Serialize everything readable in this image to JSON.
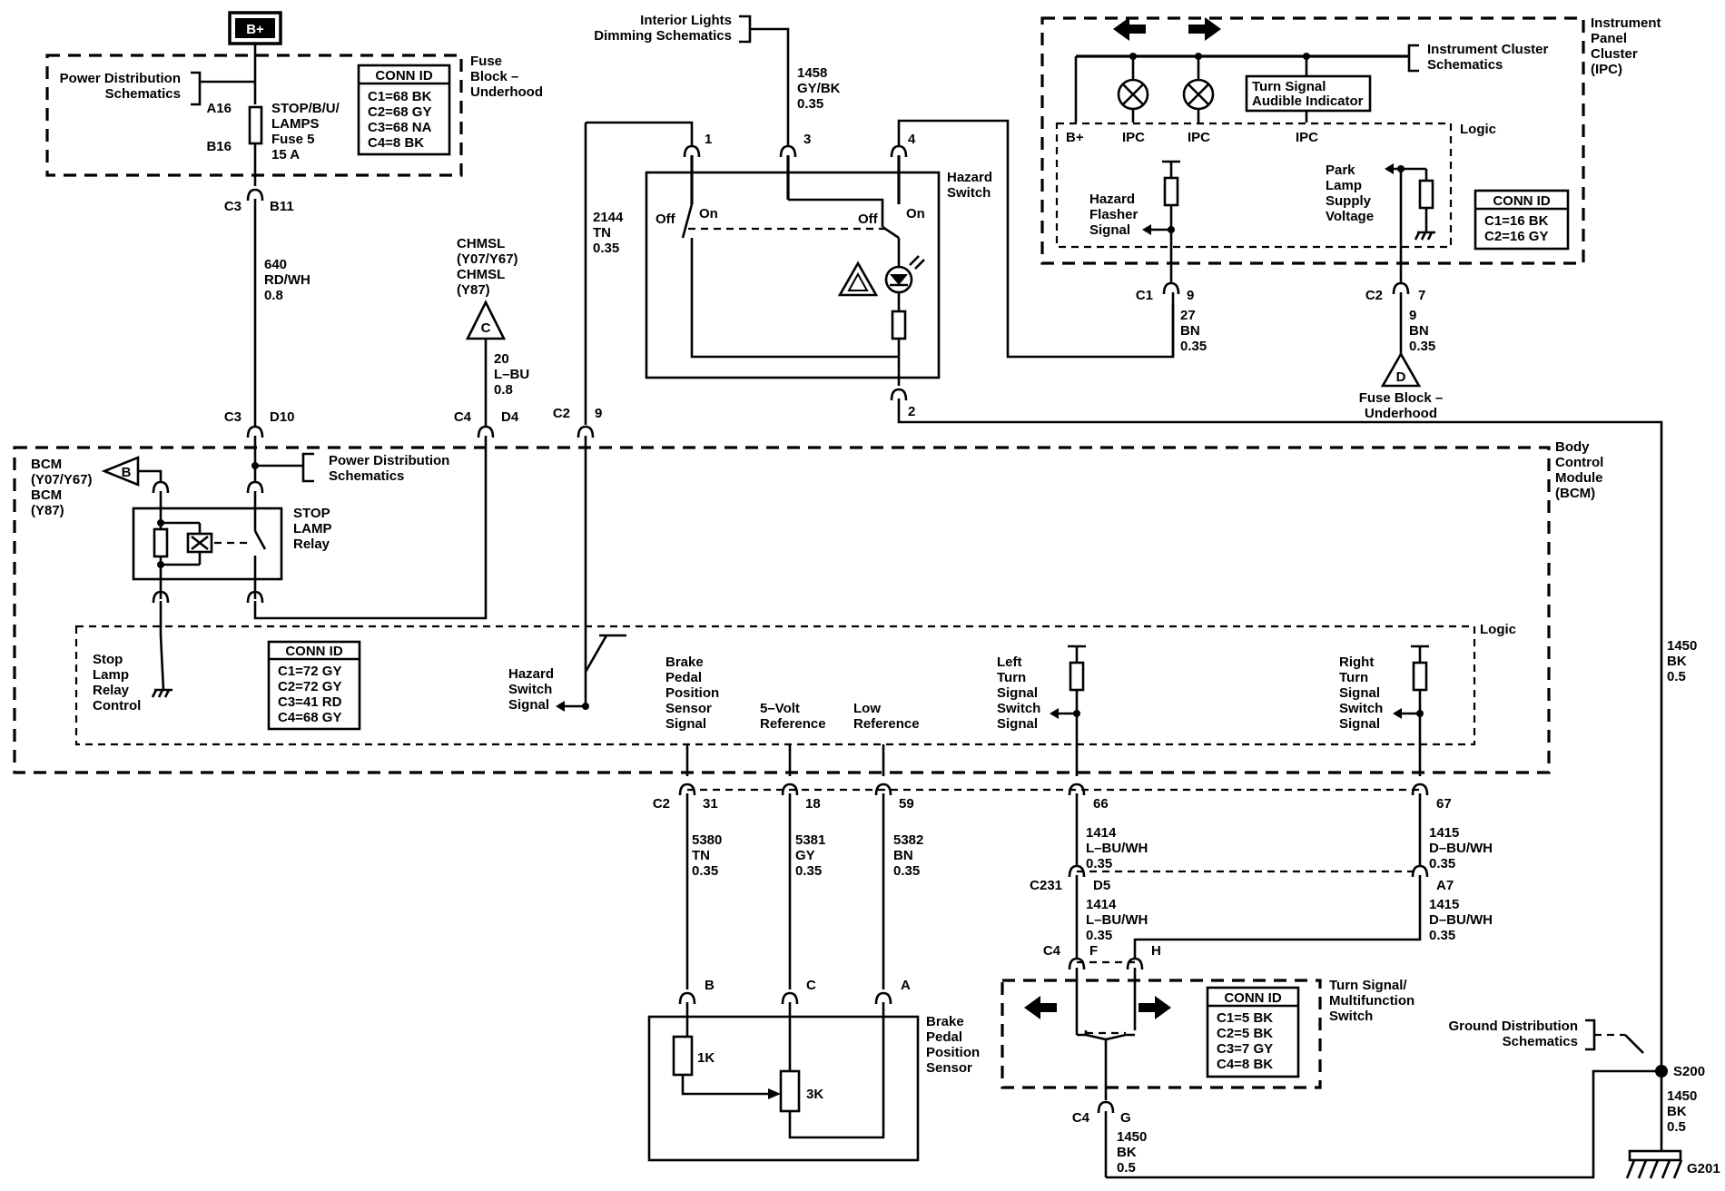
{
  "supply": {
    "bplus": "B+"
  },
  "fuse_block": {
    "title": "Fuse Block – Underhood",
    "ref": "Power Distribution Schematics",
    "pin_in": "A16",
    "pin_out": "B16",
    "fuse_name": "STOP/B/U/ LAMPS",
    "fuse_num": "Fuse 5",
    "fuse_amp": "15 A",
    "conn_title": "CONN ID",
    "conn": [
      "C1=68 BK",
      "C2=68 GY",
      "C3=68 NA",
      "C4=8 BK"
    ]
  },
  "wire640": {
    "c3": "C3",
    "pin": "B11",
    "circ": "640",
    "color": "RD/WH",
    "gauge": "0.8",
    "c3b": "C3",
    "pinb": "D10"
  },
  "chmsl": {
    "label": "CHMSL (Y07/Y67) CHMSL (Y87)",
    "tag": "C",
    "circ": "20",
    "color": "L–BU",
    "gauge": "0.8",
    "conn": "C4",
    "pin": "D4"
  },
  "dimming": {
    "label": "Interior Lights Dimming Schematics",
    "circ": "1458",
    "color": "GY/BK",
    "gauge": "0.35"
  },
  "wire2144": {
    "circ": "2144",
    "color": "TN",
    "gauge": "0.35",
    "conn": "C2",
    "pin": "9"
  },
  "hazard": {
    "title": "Hazard Switch",
    "pins": [
      "1",
      "3",
      "4",
      "2"
    ],
    "off1": "Off",
    "on1": "On",
    "off2": "Off",
    "on2": "On"
  },
  "ipc": {
    "title": "Instrument Panel Cluster (IPC)",
    "ref": "Instrument Cluster Schematics",
    "audible": "Turn Signal Audible Indicator",
    "bplus": "B+",
    "ipc1": "IPC",
    "ipc2": "IPC",
    "ipc3": "IPC",
    "logic": "Logic",
    "hazard_sig": "Hazard Flasher Signal",
    "park_sig": "Park Lamp Supply Voltage",
    "conn_title": "CONN ID",
    "conn": [
      "C1=16 BK",
      "C2=16 GY"
    ],
    "c1": "C1",
    "c1pin": "9",
    "c1circ": "27",
    "c1color": "BN",
    "c1gauge": "0.35",
    "c2": "C2",
    "c2pin": "7",
    "c2circ": "9",
    "c2color": "BN",
    "c2gauge": "0.35",
    "tag": "D",
    "fuse_ref": "Fuse Block – Underhood"
  },
  "bcm": {
    "title": "Body Control Module (BCM)",
    "label": "BCM (Y07/Y67) BCM (Y87)",
    "tag": "B",
    "pd_ref": "Power Distribution Schematics",
    "relay": "STOP LAMP Relay",
    "logic": "Logic",
    "relay_ctrl": "Stop Lamp Relay Control",
    "conn_title": "CONN ID",
    "conn": [
      "C1=72 GY",
      "C2=72 GY",
      "C3=41 RD",
      "C4=68 GY"
    ],
    "hazard_sig": "Hazard Switch Signal",
    "bpp_sig": "Brake Pedal Position Sensor Signal",
    "ref5v": "5–Volt Reference",
    "lowref": "Low Reference",
    "left_sig": "Left Turn Signal Switch Signal",
    "right_sig": "Right Turn Signal Switch Signal"
  },
  "sensor_wires": {
    "c2": "C2",
    "w1": {
      "pin": "31",
      "circ": "5380",
      "color": "TN",
      "gauge": "0.35",
      "spin": "B"
    },
    "w2": {
      "pin": "18",
      "circ": "5381",
      "color": "GY",
      "gauge": "0.35",
      "spin": "C"
    },
    "w3": {
      "pin": "59",
      "circ": "5382",
      "color": "BN",
      "gauge": "0.35",
      "spin": "A"
    }
  },
  "bpp": {
    "title": "Brake Pedal Position Sensor",
    "r1": "1K",
    "r2": "3K"
  },
  "turn_wires": {
    "l_pin": "66",
    "l_circ": "1414",
    "l_color": "L–BU/WH",
    "l_gauge": "0.35",
    "r_pin": "67",
    "r_circ": "1415",
    "r_color": "D–BU/WH",
    "r_gauge": "0.35",
    "c231": "C231",
    "l_pin2": "D5",
    "r_pin2": "A7",
    "c4": "C4",
    "f": "F",
    "h": "H"
  },
  "tsm": {
    "title": "Turn Signal/ Multifunction Switch",
    "conn_title": "CONN ID",
    "conn": [
      "C1=5 BK",
      "C2=5 BK",
      "C3=7 GY",
      "C4=8 BK"
    ],
    "c4": "C4",
    "g": "G",
    "circ": "1450",
    "color": "BK",
    "gauge": "0.5"
  },
  "ground": {
    "ref": "Ground Distribution Schematics",
    "circ": "1450",
    "color": "BK",
    "gauge": "0.5",
    "splice": "S200",
    "circ2": "1450",
    "color2": "BK",
    "gauge2": "0.5",
    "g": "G201"
  }
}
